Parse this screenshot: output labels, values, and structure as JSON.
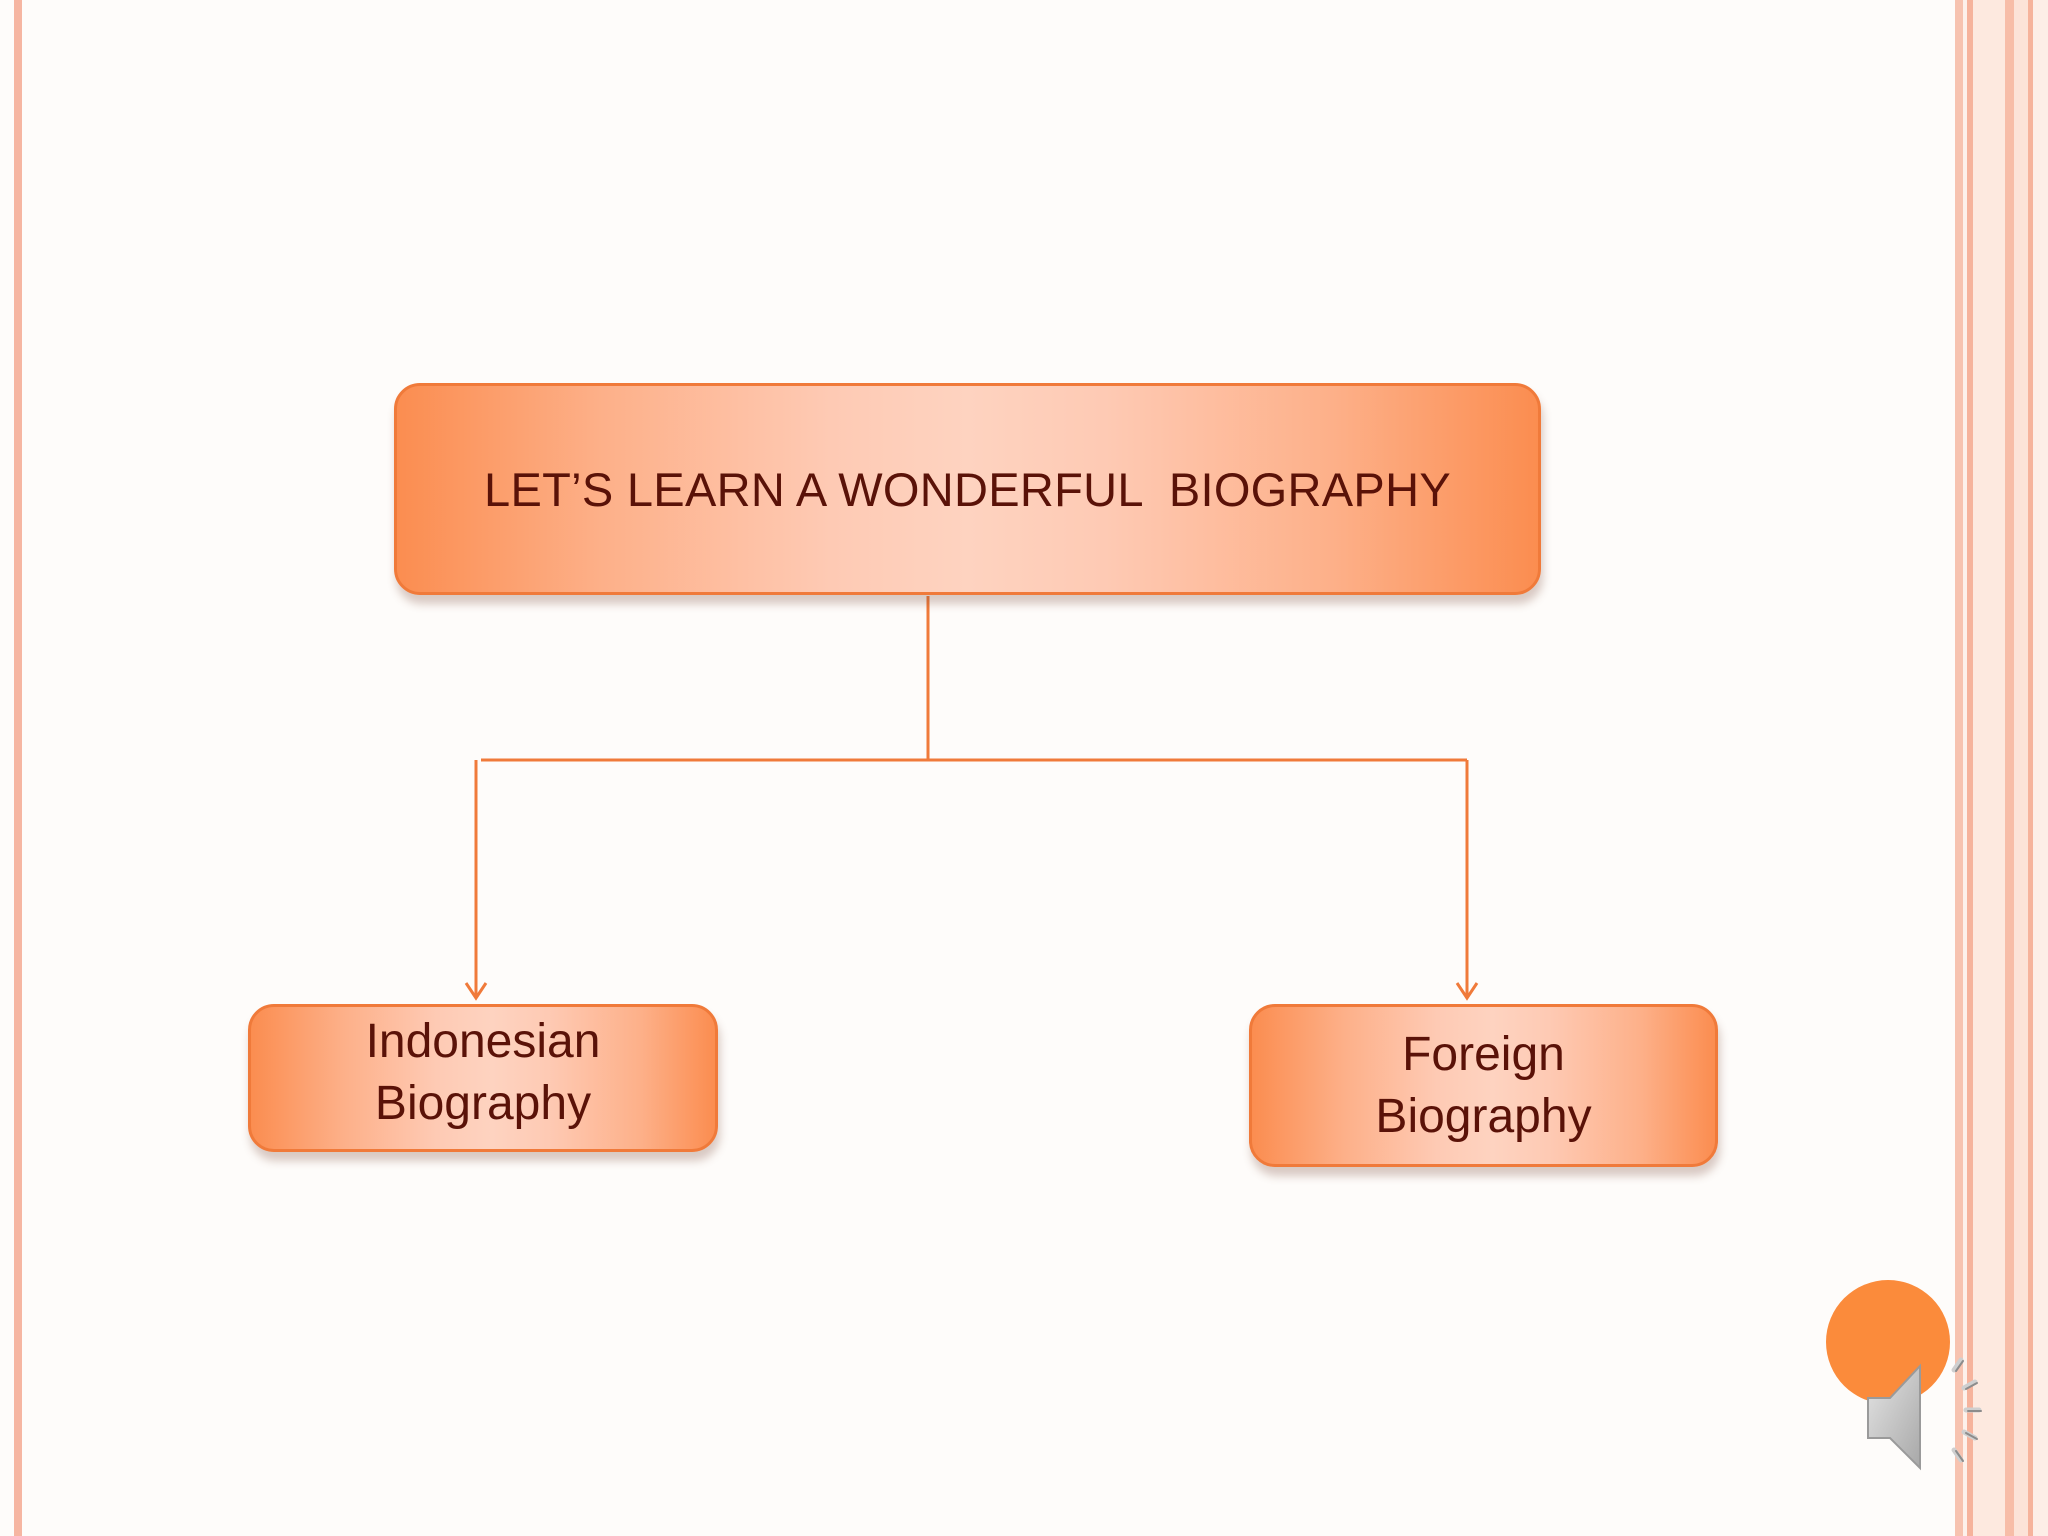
{
  "diagram": {
    "root": {
      "label": "LET’S LEARN A WONDERFUL  BIOGRAPHY"
    },
    "children": [
      {
        "label_line1": "Indonesian",
        "label_line2": "Biography"
      },
      {
        "label_line1": "Foreign",
        "label_line2": "Biography"
      }
    ]
  },
  "colors": {
    "accent": "#f07a3a",
    "text": "#5a1208",
    "circle": "#fb8b3b",
    "stripe": "#f6b6a2"
  },
  "icons": {
    "decor_circle": "orange-circle",
    "audio": "speaker-icon"
  }
}
